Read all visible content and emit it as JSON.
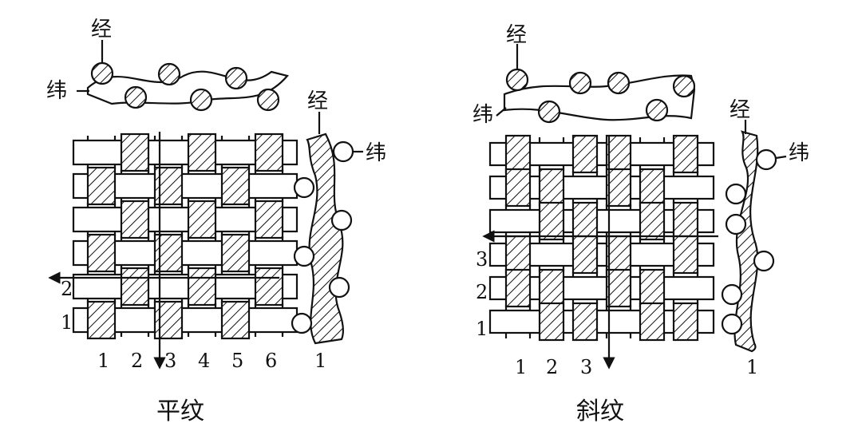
{
  "plain": {
    "caption": "平纹",
    "warp_label": "经",
    "weft_label": "纬",
    "side_warp_label": "经",
    "side_weft_label": "纬",
    "col_nums": [
      "1",
      "2",
      "3",
      "4",
      "5",
      "6"
    ],
    "row_nums": [
      "1",
      "2"
    ],
    "side_num": "1"
  },
  "twill": {
    "caption": "斜纹",
    "warp_label": "经",
    "weft_label": "纬",
    "side_warp_label": "经",
    "side_weft_label": "纬",
    "col_nums": [
      "1",
      "2",
      "3"
    ],
    "row_nums": [
      "1",
      "2",
      "3"
    ],
    "side_num": "1"
  }
}
